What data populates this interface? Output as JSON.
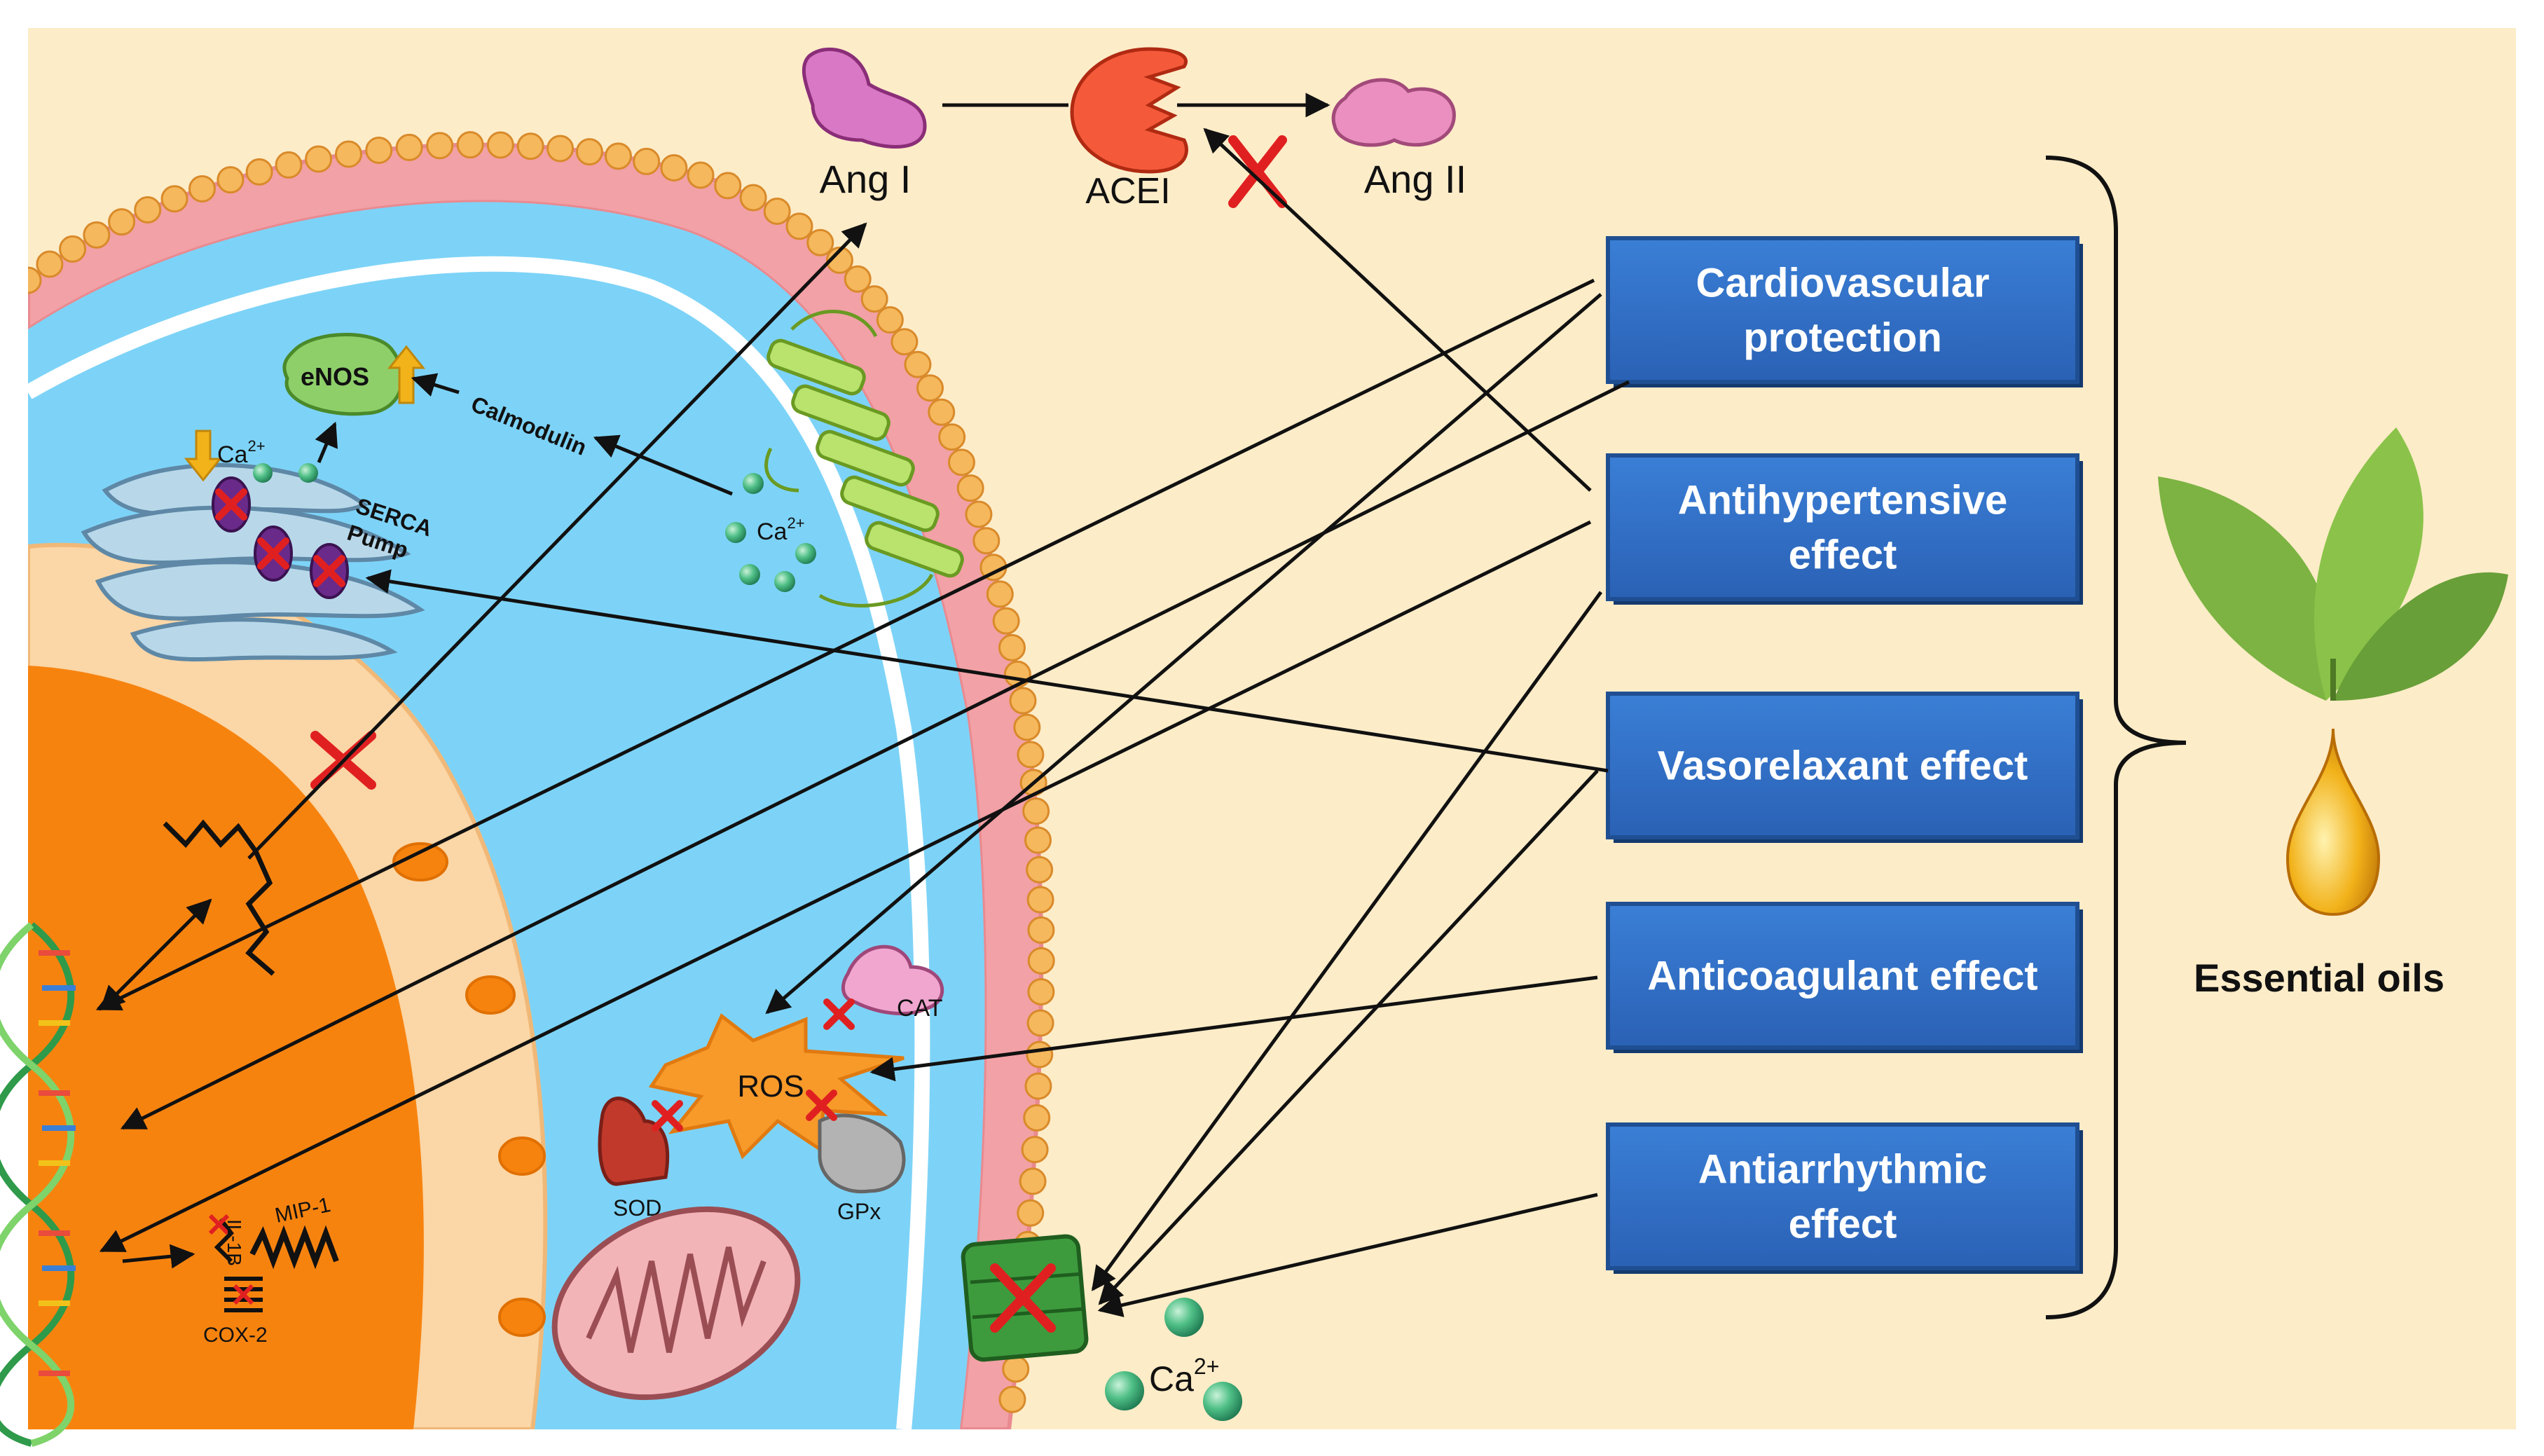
{
  "colors": {
    "background": "#fdecc8",
    "cytoplasm": "#7dd3f7",
    "nucleus": "#f7830f",
    "membrane_pink": "#f2a1a6",
    "membrane_head": "#f5b85c",
    "effect_box": "#2f6fc4",
    "effect_box_border": "#1f4f92",
    "inhibit_mark": "#e02020",
    "leaf": "#7cb342",
    "oil_drop": "#f2a10e"
  },
  "icons": [
    "leaf-icon",
    "oil-drop-icon",
    "inhibit-x-icon",
    "arrow-icon"
  ],
  "ras": {
    "ang1": "Ang I",
    "acei": "ACEI",
    "ang2": "Ang II"
  },
  "cell": {
    "enos": "eNOS",
    "calmodulin": "Calmodulin",
    "ca_inner_1": "Ca",
    "ca_inner_2": "Ca",
    "ca_outer": "Ca",
    "ca_superscript": "2+",
    "serca_line1": "SERCA",
    "serca_line2": "Pump",
    "ros": "ROS",
    "cat": "CAT",
    "sod": "SOD",
    "gpx": "GPx",
    "il1b": "IL-1B",
    "mip1": "MIP-1",
    "cox2": "COX-2"
  },
  "effects": [
    {
      "lines": [
        "Cardiovascular",
        "protection"
      ]
    },
    {
      "lines": [
        "Antihypertensive",
        "effect"
      ]
    },
    {
      "lines": [
        "Vasorelaxant effect"
      ]
    },
    {
      "lines": [
        "Anticoagulant effect"
      ]
    },
    {
      "lines": [
        "Antiarrhythmic",
        "effect"
      ]
    }
  ],
  "essential_oils": "Essential oils"
}
